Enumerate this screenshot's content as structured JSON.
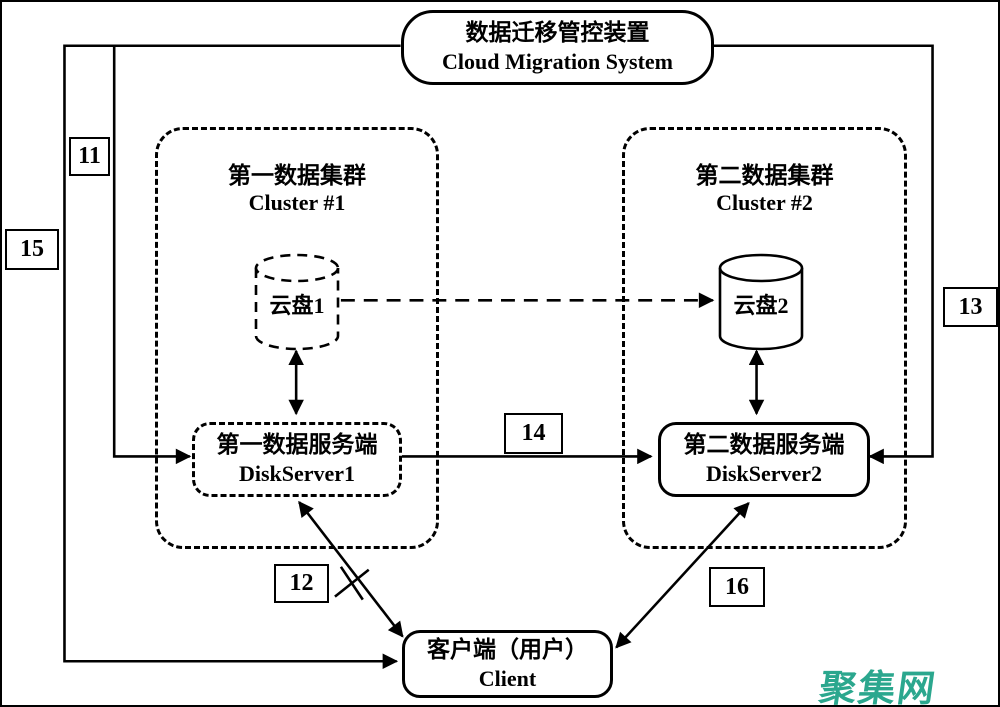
{
  "title": {
    "line1": "数据迁移管控装置",
    "line2": "Cloud Migration System"
  },
  "clusters": [
    {
      "line1": "第一数据集群",
      "line2": "Cluster #1"
    },
    {
      "line1": "第二数据集群",
      "line2": "Cluster #2"
    }
  ],
  "nodes": {
    "disk1": {
      "label": "云盘1"
    },
    "disk2": {
      "label": "云盘2"
    },
    "server1": {
      "line1": "第一数据服务端",
      "line2": "DiskServer1"
    },
    "server2": {
      "line1": "第二数据服务端",
      "line2": "DiskServer2"
    },
    "client": {
      "line1": "客户端（用户）",
      "line2": "Client"
    }
  },
  "ref_labels": {
    "n11": "11",
    "n12": "12",
    "n13": "13",
    "n14": "14",
    "n15": "15",
    "n16": "16"
  },
  "watermark": {
    "text": "聚集网",
    "color": "#2BA78E"
  },
  "colors": {
    "line": "#000000",
    "background": "#ffffff"
  }
}
